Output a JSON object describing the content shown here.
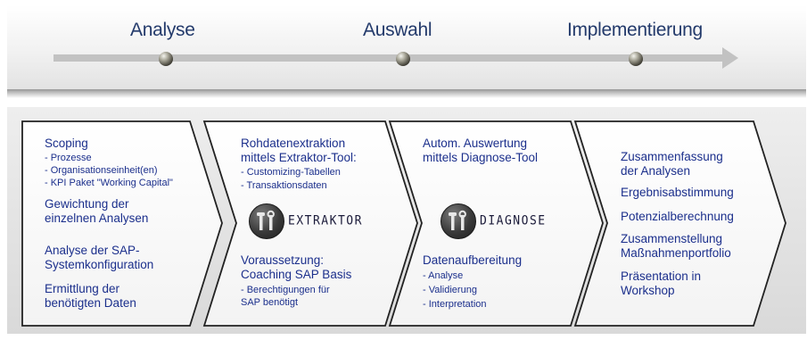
{
  "timeline": {
    "phases": [
      "Analyse",
      "Auswahl",
      "Implementierung"
    ]
  },
  "steps": {
    "step1": {
      "items": [
        {
          "heading": [
            "Scoping"
          ],
          "bullets": [
            "- Prozesse",
            "- Organisationseinheit(en)",
            "- KPI Paket \"Working Capital\""
          ]
        },
        {
          "heading": [
            "Gewichtung der",
            "einzelnen Analysen"
          ],
          "bullets": []
        },
        {
          "heading": [
            "Analyse der SAP-",
            "Systemkonfiguration"
          ],
          "bullets": []
        },
        {
          "heading": [
            "Ermittlung der",
            "benötigten Daten"
          ],
          "bullets": []
        }
      ]
    },
    "step2": {
      "heading": [
        "Rohdatenextraktion",
        "mittels Extraktor-Tool:"
      ],
      "bullets": [
        "- Customizing-Tabellen",
        "- Transaktionsdaten"
      ],
      "tool_name": "EXTRAKTOR",
      "prereq_heading": [
        "Voraussetzung:",
        "Coaching SAP Basis"
      ],
      "prereq_bullets": [
        "- Berechtigungen für",
        "SAP benötigt"
      ]
    },
    "step3": {
      "heading": [
        "Autom. Auswertung",
        "mittels Diagnose-Tool"
      ],
      "tool_name": "DIAGNOSE",
      "sub_heading": [
        "Datenaufbereitung"
      ],
      "bullets": [
        "- Analyse",
        "- Validierung",
        "- Interpretation"
      ]
    },
    "step4": {
      "items": [
        [
          "Zusammenfassung",
          "der Analysen"
        ],
        [
          "Ergebnisabstimmung"
        ],
        [
          "Potenzialberechnung"
        ],
        [
          "Zusammenstellung",
          "Maßnahmenportfolio"
        ],
        [
          "Präsentation in",
          "Workshop"
        ]
      ]
    }
  },
  "colors": {
    "text_blue": "#1b2f8c",
    "phase_label": "#233a6b",
    "chevron_border": "#222222",
    "arrow_grey": "#bdbdbd"
  },
  "icons": {
    "tool": "wrench-and-screwdriver-logo",
    "milestone": "grey-sphere-marker"
  }
}
